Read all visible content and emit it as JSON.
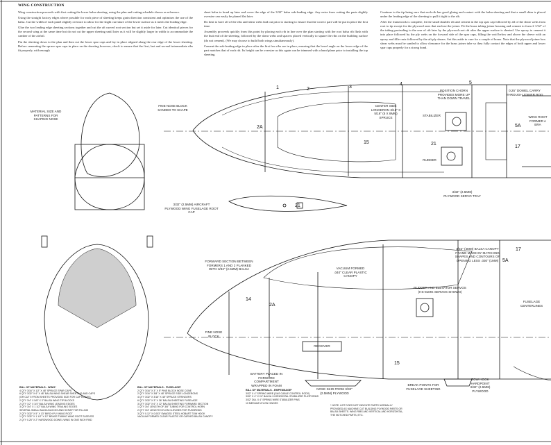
{
  "wing_construction": {
    "title": "WING CONSTRUCTION",
    "col1": [
      "Wing construction proceeds with first cutting the lower balsa sheeting, using the plan and cutting schedule shown as reference.",
      "Using the straight factory edges where possible for each piece of sheeting keeps grain direction consistent and optimises the use of the balsa. Cut the width of each panel slightly oversize to allow for the slight curvature of the lower surface as it meets the leading edge.",
      "Glue the two leading edge sheeting sections together and cut the aft curved root section but set it aside for later. Cut identical pieces for the second wing at the same time but do not cut the upper sheeting until later as it will be slightly larger in width to accommodate the camber of the airfoil.",
      "Pin the sheeting down to the plan and then cut the lower spar caps and lay in place aligned along the rear edge of the lower sheeting. Before cementing the spruce spar caps in place on the sheeting however, check to ensure that the first, last and several intermediate ribs fit properly, with enough"
    ],
    "col2": [
      "sheet balsa to bond up later and cover the edge of the 3/32\" balsa sub-leading edge. Any extra from cutting the parts slightly oversize can easily be planed flat later.",
      "Do heat to have all of the ribs and shear webs laid out prior to starting to ensure that the correct part will be put in place the first time.",
      "Assembly proceeds quickly from this point by placing each rib in line over the plan starting with the root balsa rib flush with the butt end of the sheeting, followed by the shear webs and spacers placed vertically to square the ribs on the building surface (do not cement). (We may choose to build both wings simultaneously).",
      "Cement the sub-leading edge in place after the first few ribs are in place, ensuring that the bevel angle on the lower edge of the part matches that of each rib. Its height can be oversize as this again can be trimmed with a hand plane prior to installing the top sheeting."
    ],
    "col3": [
      "Continue to the tip being sure that each rib has good gluing and contact with the balsa sheeting and that a small shim is placed under the leading edge of the sheeting to pull it tight to the rib.",
      "After the framework is complete, fit the small doubler rib and cement in the top spar cap followed by all of the shear webs from root to tip except for the plywood ones that enclose the joiner. Fit the brass tubing joiner housing and cement to form 2 1/32\" of the tubing protruding to the rear of rib later by the plywood root rib after the upper surface is sheeted. Use epoxy to cement it into place followed by the ply webs on the forward side of the spar caps, filling the void below and above the sleeve with an epoxy and filler mix followed by the aft ply shears. Set this aside to cure for a couple of hours. Note that the plywood joiner box shear webs must be sanded to allow clearance for the brass joiner tube so they fully contact the edges of both upper and lower spar caps properly for a strong bond."
    ]
  },
  "labels": {
    "material_size": "MATERIAL SIZE AND\nPATTERNS FOR\nSHAPING NOSE",
    "fine_nose_block_top": "FINE NOSE BLOCK\nSANDED TO SHAPE",
    "center_side": "CENTER SIDE\nLONGERON 3/16\" x\n5/16\" (5 x 8mm)\nSPRUCE",
    "position_horn": "POSITION CHORN\nPROVIDES MORE UP\nTHAN DOWN TRAVEL",
    "dowel_carry": "0.25\" DOWEL CARRY\nTHROUGH JOINER ROD",
    "stabilizer": "STABILIZER",
    "rudder": "RUDDER",
    "wing_root": "WING ROOT\nFORMER A\nBRA",
    "servo_tray": "3/32\" (2.5mm)\nPLYWOOD SERVO TRAY",
    "aircraft_ply": "3/32\" (2.5mm) AIRCRAFT\nPLYWOOD WING FUSELAGE ROOT\nCAP",
    "forward_section": "FORWARD SECTION BETWEEN\nFORMERS 1 AND 2 PLANKED\nWITH 3/32\" (2.5mm) BALSA",
    "vacuum_canopy": "VACUUM FORMED\n.040\" CLEAR PLASTIC\nCANOPY",
    "balsa_canopy": "3/32\" (4mm) BALSA CANOPY\nFRAME MADE BY MATCHING\nSHAPES AND CONTOURS OF\nOPENING LESS .030\" (1mm)",
    "rudder_elevator": "RUDDER AND ELEVATOR SERVOS\n(HS-81MG SERVOS SHOWN)",
    "fine_nose_block_side": "FINE NOSE\nBLOCK",
    "receiver": "RECEIVER",
    "battery": "BATTERY PLACED IN\nFORWARD\nCOMPARTMENT\nWRAPPED IN FOAM",
    "nose_skid": "NOSE SKID FROM 3/32\"\n(2.5mm) PLYWOOD",
    "break_points": "BREAK POINTS FOR\nFUSELAGE SHEETING",
    "tow_hook": "TOW HOOK\nHARDPOINT\n3/32\" (2.5mm)\nPLYWOOD",
    "fuselage_centerlines": "FUSELAGE\nCENTERLINES"
  },
  "part_numbers": {
    "top_view": [
      "1",
      "2",
      "2A",
      "3",
      "4",
      "5",
      "5A",
      "15",
      "17",
      "21"
    ],
    "side_view": [
      "14",
      "2A",
      "15",
      "17",
      "5A"
    ],
    "root_cap": "21"
  },
  "bom": {
    "wing": {
      "title": "BILL OF MATERIALS - WING*",
      "items": [
        "4 QTY 3/16\" x 1/2\" x 48\" SPRUCE SPAR CAPS",
        "6 QTY 3/32\" x 6\" x 48\" BALSA WING SHEAR SHEETING AND CAPS",
        "(OR CUT 5 FROM SHEETS PROVIDED SIZE FOR CAP EDGES)",
        "2 QTY 3/4\" x 5/8\" x 3\" BALSA WING TIP BLOCKS",
        "2 QTY 1/2\" x 3/4\" BALSA WING LEADING EDGES",
        "3 QTY 3/4\" x 1 1/2\" BALSA WING TRAILING EDGES",
        "SEVERAL SMALL BALSA BLOCKS AND SCRAP FOR FILLING",
        "2 QTY 3/32\" x 5\" x 13\" BIRCH PLY WING ROOT",
        "1 QTY 3/32\" x 1 1/2\" x 12\" BRASS TUBING WING ROOT SLEEVES",
        "2 QTY 0.25\" x 2\" HARDWOOD DOWEL WING IN ONE INCH FIND"
      ]
    },
    "fuselage": {
      "title": "BILL OF MATERIALS - FUSELAGE*",
      "items": [
        "2 QTY 3/16\" x 3\" x 5\" PINE BLOCK NOSE CONE",
        "2 QTY 3/16\" x 3/8\" x 48\" SPRUCE SIDE LONGERONS",
        "4 QTY 3/32\" x 3/16\" x 48\" SPRUCE STRINGERS",
        "6 QTY 3/32\" x 3\" x 36\" BALSA SHEETING FUSELAGE",
        "3 QTY 3/32\" x 6\" x 12\" BALSA SHEETING FORWARD SECTION",
        "1 QTY 3/4\" LENGTH OF 3/8\" TUBING FOR CONTROL HORN",
        "2 QTY 3/4\" LENGTH NYLON CLEVISES FOR PUSHRODS",
        "3 QTY 0.12\" x 0.003\" SWAGED STEEL HOBART TOW HOOK",
        "VACUUM FORMED CLEAR PLASTIC OR CARVED BALSA CANOPY"
      ]
    },
    "empennage": {
      "title": "BILL OF MATERIALS - EMPENNAGE*",
      "items": [
        "3/32\" x 4\" SPRING WIRE (GAS CABLE CONTROL RODS)",
        "3/32\" x 4\" x 24\" BALSA / HORIZONTAL STABILIZER PLATFORMS",
        "3/32\" DIA. x 4\" SPRING WIRE STABILIZER PINS",
        "10 MEDIUM NYLON HINGES"
      ]
    },
    "note": "* NOTE: LIST DOES NOT INDICATE PARTS NORMALLY PROVIDED AS MACHINE CUT BUILDING PLYWOOD PARTS OR BALSA SHEETS. WING RIBS AND VERTICAL AND HORIZONTAL, THE NOTCHED PARTS, ETC."
  }
}
